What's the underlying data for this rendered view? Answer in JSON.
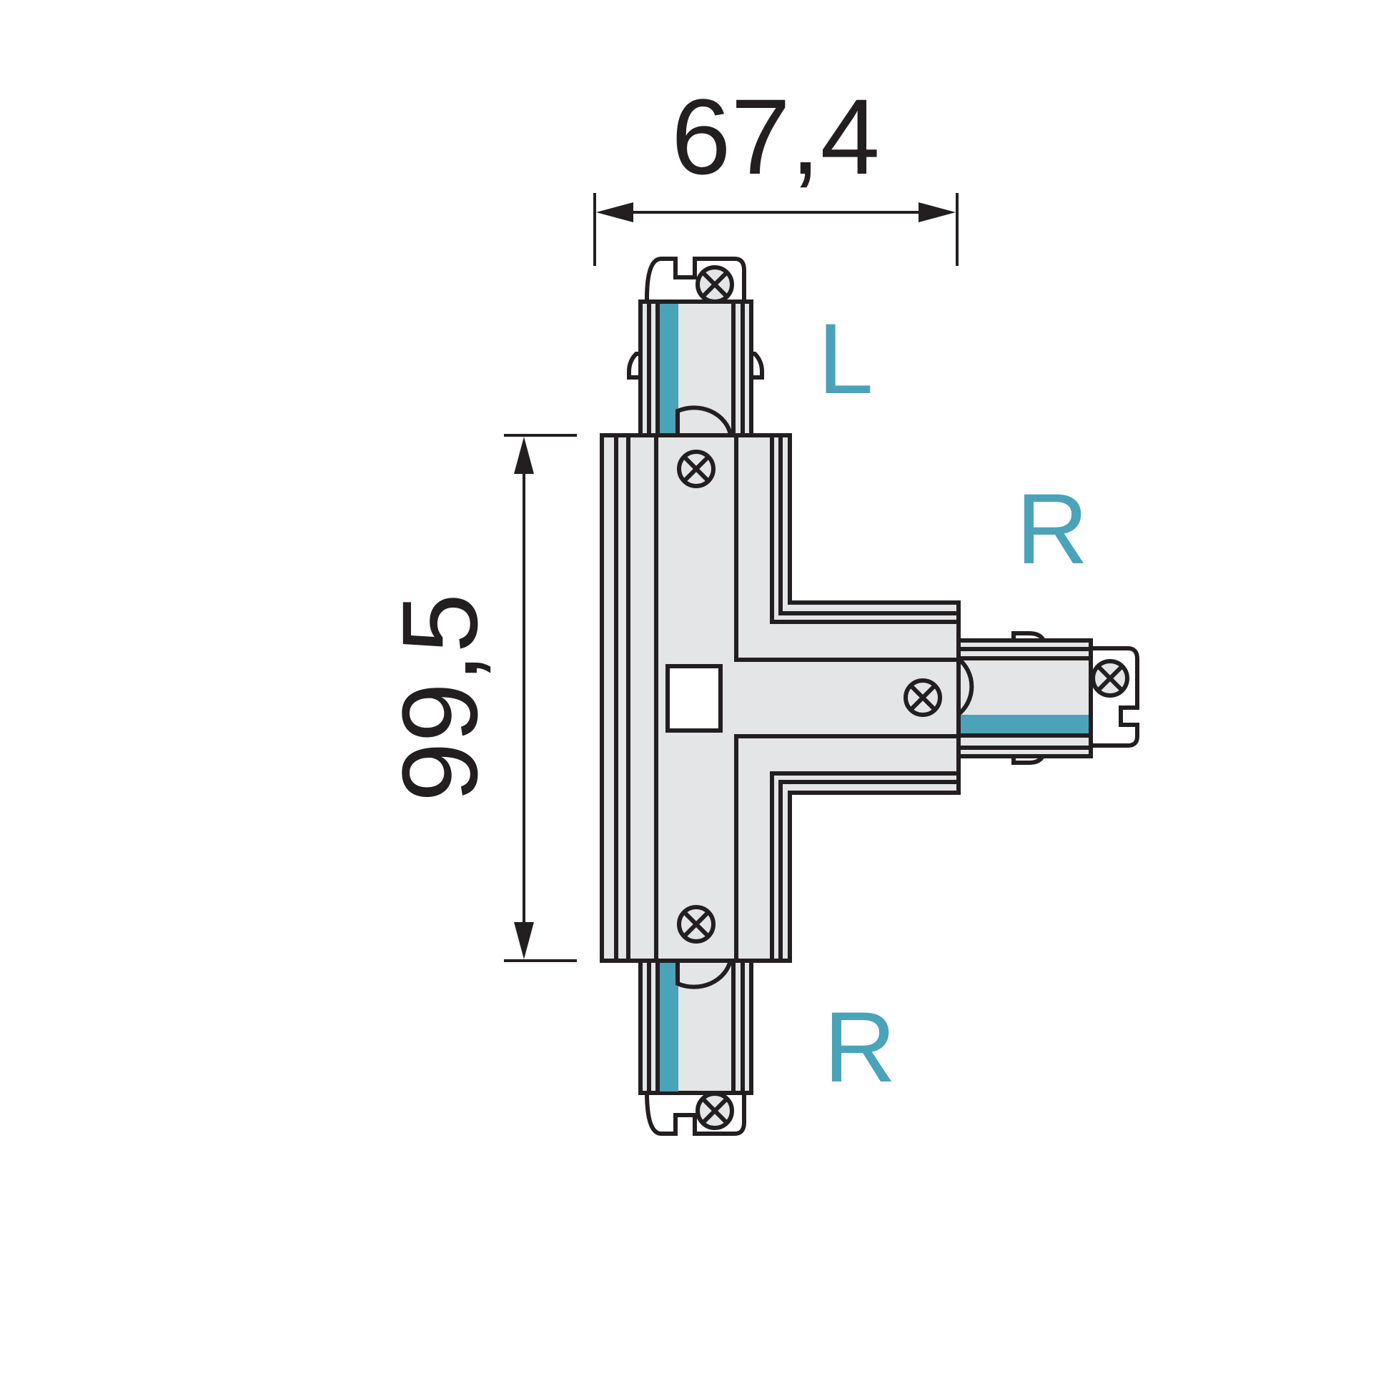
{
  "diagram": {
    "subject": "T-connector for 3-phase lighting track",
    "dimensions": {
      "width": "67,4",
      "height": "99,5"
    },
    "labels": {
      "top": "L",
      "right": "R",
      "bottom": "R"
    },
    "colors": {
      "stroke": "#231f20",
      "fill": "#e3e5e7",
      "accent": "#4aa3b8",
      "background": "#ffffff"
    }
  }
}
